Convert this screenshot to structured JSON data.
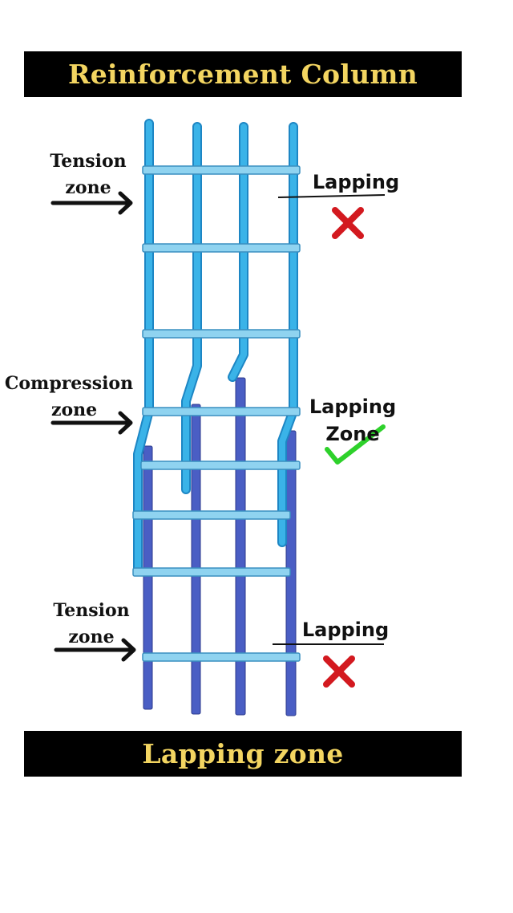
{
  "title": "Reinforcement Column",
  "footer": "Lapping zone",
  "left_labels": {
    "tension_top": {
      "line1": "Tension",
      "line2": "zone"
    },
    "compression": {
      "line1": "Compression",
      "line2": "zone"
    },
    "tension_bottom": {
      "line1": "Tension",
      "line2": "zone"
    }
  },
  "right_labels": {
    "top": "Lapping",
    "middle": {
      "line1": "Lapping",
      "line2": "Zone"
    },
    "bottom": "Lapping"
  },
  "marks": {
    "top": "cross-icon",
    "middle": "check-icon",
    "bottom": "cross-icon"
  },
  "colors": {
    "banner_bg": "#000000",
    "banner_text": "#f3d561",
    "upper_bars": "#3ab3e8",
    "lower_bars": "#4a5ec4",
    "ties": "#8fd3f0",
    "cross": "#d3191f",
    "check": "#2ed12b"
  }
}
